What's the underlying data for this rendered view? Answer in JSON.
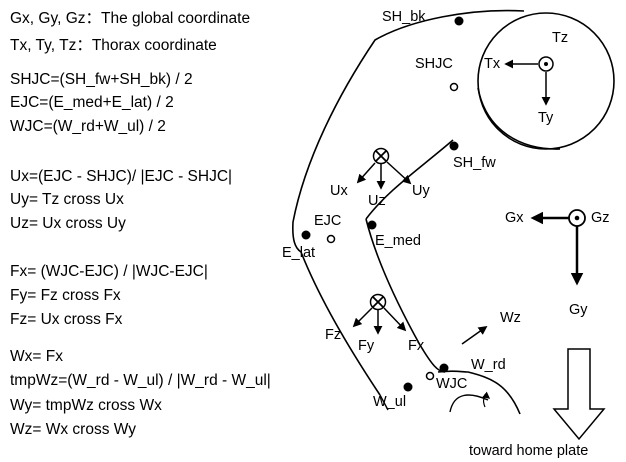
{
  "definitions": {
    "global_coord": "Gx, Gy, Gz：The global coordinate",
    "thorax_coord": "Tx, Ty, Tz：Thorax coordinate",
    "shjc": "SHJC=(SH_fw+SH_bk) / 2",
    "ejc": "EJC=(E_med+E_lat) / 2",
    "wjc": "WJC=(W_rd+W_ul) / 2",
    "ux": "Ux=(EJC - SHJC)/ |EJC - SHJC|",
    "uy": "Uy= Tz cross Ux",
    "uz": "Uz= Ux cross Uy",
    "fx": "Fx= (WJC-EJC) / |WJC-EJC|",
    "fy": "Fy= Fz cross Fx",
    "fz": "Fz= Ux cross Fx",
    "wx": "Wx= Fx",
    "tmpwz": "tmpWz=(W_rd - W_ul) / |W_rd - W_ul|",
    "wy": "Wy= tmpWz cross Wx",
    "wz": "Wz= Wx cross Wy"
  },
  "labels": {
    "sh_bk": "SH_bk",
    "shjc": "SHJC",
    "tz": "Tz",
    "tx": "Tx",
    "ty": "Ty",
    "sh_fw": "SH_fw",
    "ux": "Ux",
    "uz": "Uz",
    "uy": "Uy",
    "ejc": "EJC",
    "e_lat": "E_lat",
    "e_med": "E_med",
    "gx": "Gx",
    "gz": "Gz",
    "gy": "Gy",
    "fz": "Fz",
    "fy": "Fy",
    "fx": "Fx",
    "wz": "Wz",
    "w_rd": "W_rd",
    "wjc": "WJC",
    "w_ul": "W_ul",
    "home_plate": "toward home plate"
  }
}
